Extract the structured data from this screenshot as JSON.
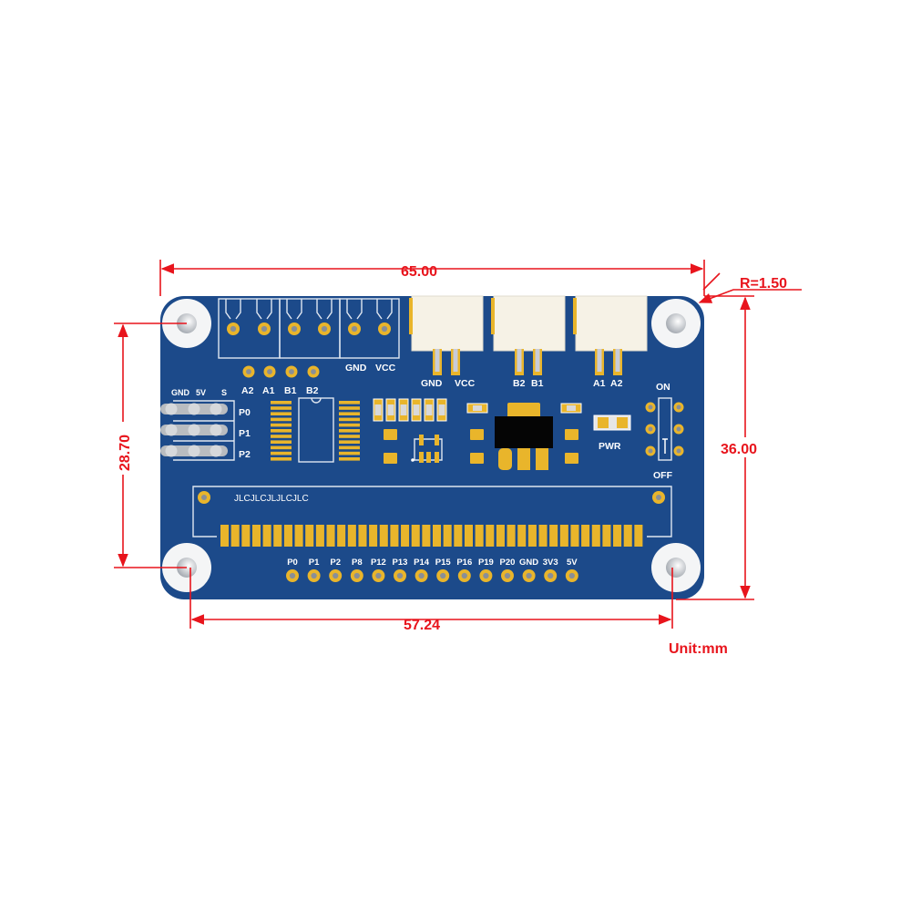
{
  "dimensions": {
    "width": "65.00",
    "height": "36.00",
    "hole_spacing_vertical": "28.70",
    "hole_spacing_horizontal": "57.24",
    "corner_radius": "R=1.50",
    "unit": "Unit:mm"
  },
  "silkscreen": {
    "terminal_power": [
      "GND",
      "VCC"
    ],
    "motor_pads": [
      "A2",
      "A1",
      "B1",
      "B2"
    ],
    "servo_header_cols": [
      "GND",
      "5V",
      "S"
    ],
    "servo_header_rows": [
      "P0",
      "P1",
      "P2"
    ],
    "connector_1": [
      "GND",
      "VCC"
    ],
    "connector_2": [
      "B2",
      "B1"
    ],
    "connector_3": [
      "A1",
      "A2"
    ],
    "switch_on": "ON",
    "switch_off": "OFF",
    "pwr_led": "PWR",
    "board_text": "JLCJLCJLJLCJLC",
    "bottom_pins": [
      "P0",
      "P1",
      "P2",
      "P8",
      "P12",
      "P13",
      "P14",
      "P15",
      "P16",
      "P19",
      "P20",
      "GND",
      "3V3",
      "5V"
    ]
  },
  "colors": {
    "board": "#1c4a8a",
    "gold": "#e9b52b",
    "dimension": "#e8141c"
  },
  "edge_finger_count": 40
}
